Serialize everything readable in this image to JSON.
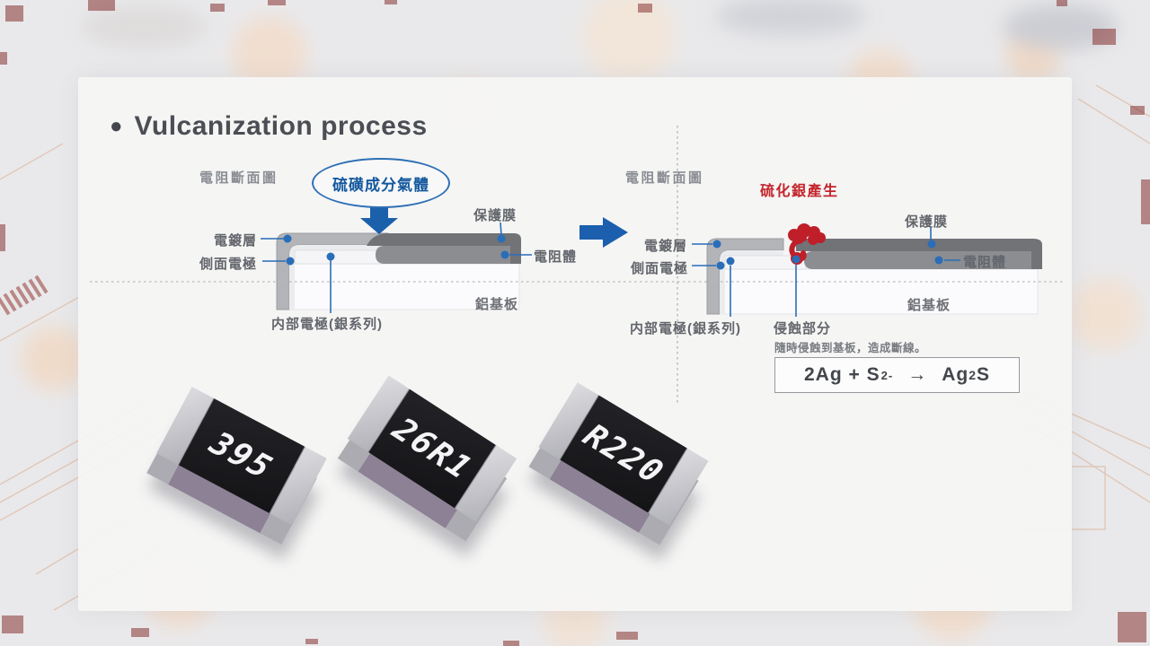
{
  "slide": {
    "title_bullet": "●",
    "title": "Vulcanization process"
  },
  "diagram_left": {
    "caption": "電阻斷面圖",
    "gas_label": "硫磺成分氣體",
    "labels": {
      "plating": "電鍍層",
      "side_electrode": "側面電極",
      "protective_film": "保護膜",
      "resistor_body": "電阻體",
      "substrate": "鋁基板",
      "internal_electrode": "内部電極(銀系列)"
    }
  },
  "diagram_right": {
    "caption": "電阻斷面圖",
    "headline": "硫化銀產生",
    "labels": {
      "plating": "電鍍層",
      "side_electrode": "側面電極",
      "protective_film": "保護膜",
      "resistor_body": "電阻體",
      "substrate": "鋁基板",
      "internal_electrode": "内部電極(銀系列)",
      "eroded_part": "侵蝕部分"
    },
    "note": "隨時侵蝕到基板，造成斷線。",
    "formula": {
      "pre": "2Ag + S",
      "sup": "2-",
      "arrow": "→",
      "ag": "Ag",
      "sub": "2",
      "post": "S"
    }
  },
  "chips": [
    {
      "marking": "395"
    },
    {
      "marking": "26R1"
    },
    {
      "marking": "R220"
    }
  ],
  "colors": {
    "accent_blue": "#2a6db8",
    "alert_red": "#bf1f29",
    "film_gray": "#717377",
    "body_gray": "#8b8d91",
    "plating_gray": "#b3b4b8"
  }
}
